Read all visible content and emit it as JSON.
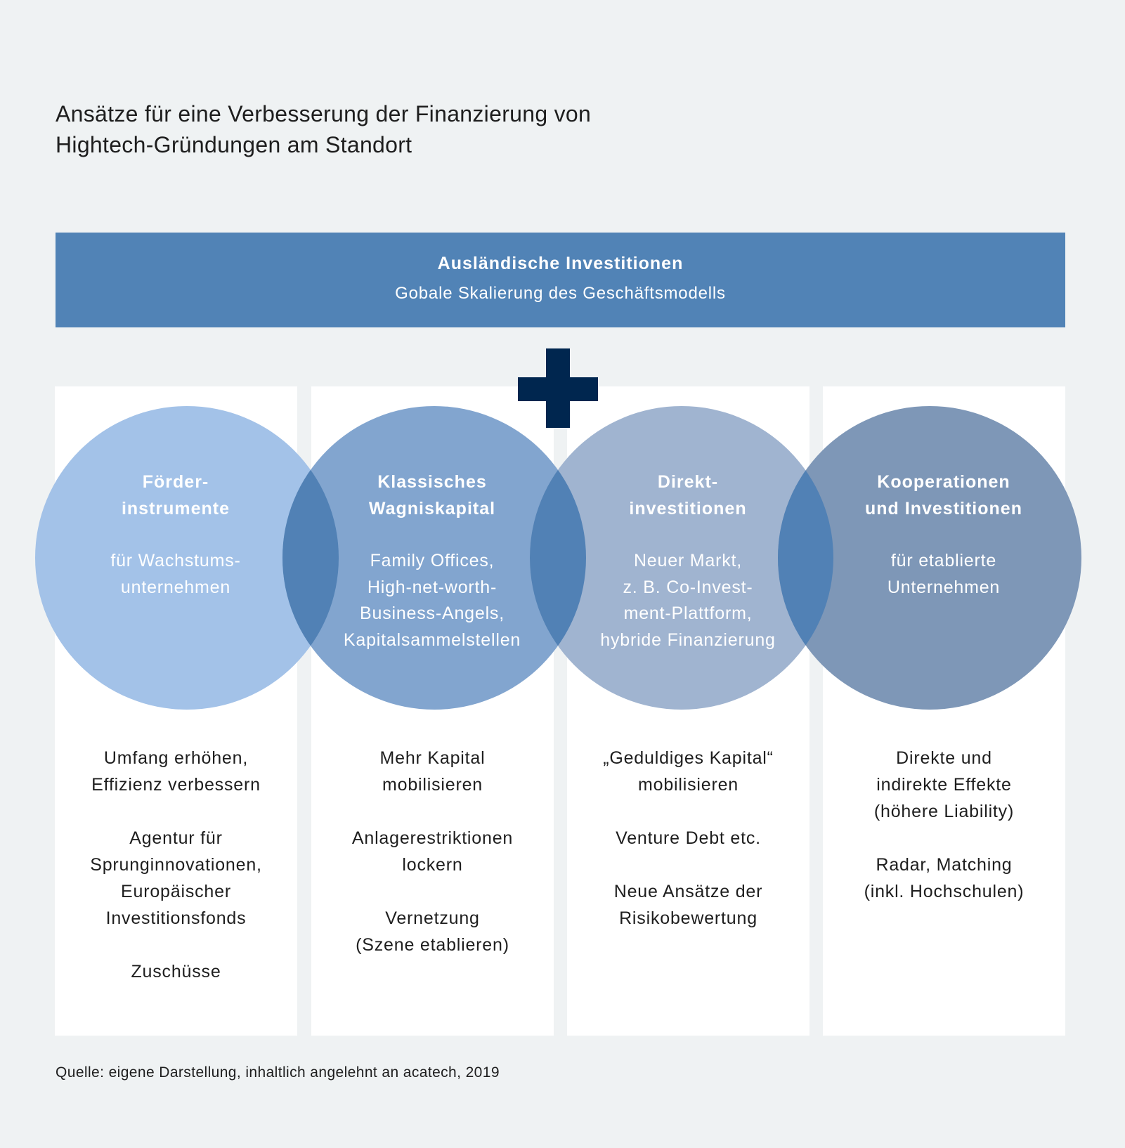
{
  "title": [
    "Ansätze für eine Verbesserung der Finanzierung von",
    "Hightech-Gründungen am Standort"
  ],
  "banner": {
    "heading": "Ausländische Investitionen",
    "subheading": "Gobale Skalierung des Geschäftsmodells"
  },
  "colors": {
    "banner": "#5183b6",
    "plus": "#00264f",
    "circles": [
      "#a3c2e8",
      "#82a5cf",
      "#a0b4d0",
      "#7e97b7"
    ],
    "overlap": "#5181b5"
  },
  "columns": [
    {
      "title": [
        "Förder-",
        "instrumente"
      ],
      "desc": [
        "für Wachstums-",
        "unternehmen"
      ],
      "measures": [
        [
          "Umfang erhöhen,",
          "Effizienz verbessern"
        ],
        [
          "Agentur für",
          "Sprunginnovationen,",
          "Europäischer",
          "Investitionsfonds"
        ],
        [
          "Zuschüsse"
        ]
      ]
    },
    {
      "title": [
        "Klassisches",
        "Wagniskapital"
      ],
      "desc": [
        "Family Offices,",
        "High-net-worth-",
        "Business-Angels,",
        "Kapitalsammelstellen"
      ],
      "measures": [
        [
          "Mehr Kapital",
          "mobilisieren"
        ],
        [
          "Anlagerestriktionen",
          "lockern"
        ],
        [
          "Vernetzung",
          "(Szene etablieren)"
        ]
      ]
    },
    {
      "title": [
        "Direkt-",
        "investitionen"
      ],
      "desc": [
        "Neuer Markt,",
        "z. B. Co-Invest-",
        "ment-Plattform,",
        "hybride Finanzierung"
      ],
      "measures": [
        [
          "„Geduldiges Kapital“",
          "mobilisieren"
        ],
        [
          "Venture Debt etc."
        ],
        [
          "Neue Ansätze der",
          "Risikobewertung"
        ]
      ]
    },
    {
      "title": [
        "Kooperationen",
        "und Investitionen"
      ],
      "desc": [
        "für etablierte",
        "Unternehmen"
      ],
      "measures": [
        [
          "Direkte und",
          "indirekte Effekte",
          "(höhere Liability)"
        ],
        [
          "Radar, Matching",
          "(inkl. Hochschulen)"
        ]
      ]
    }
  ],
  "source": "Quelle: eigene Darstellung, inhaltlich angelehnt an acatech, 2019"
}
